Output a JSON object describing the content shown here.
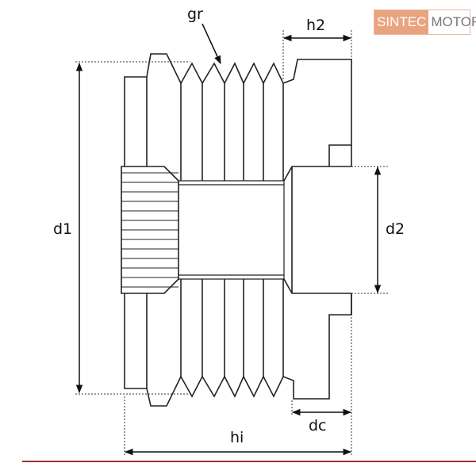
{
  "logo": {
    "part1": "SINTEC",
    "part2": "MOTORS",
    "accent": "#e9a47f"
  },
  "labels": {
    "gr": "gr",
    "h2": "h2",
    "d1": "d1",
    "d2": "d2",
    "dc": "dc",
    "hi": "hi"
  },
  "colors": {
    "line": "#111111",
    "footer_rule": "#a0302c"
  }
}
